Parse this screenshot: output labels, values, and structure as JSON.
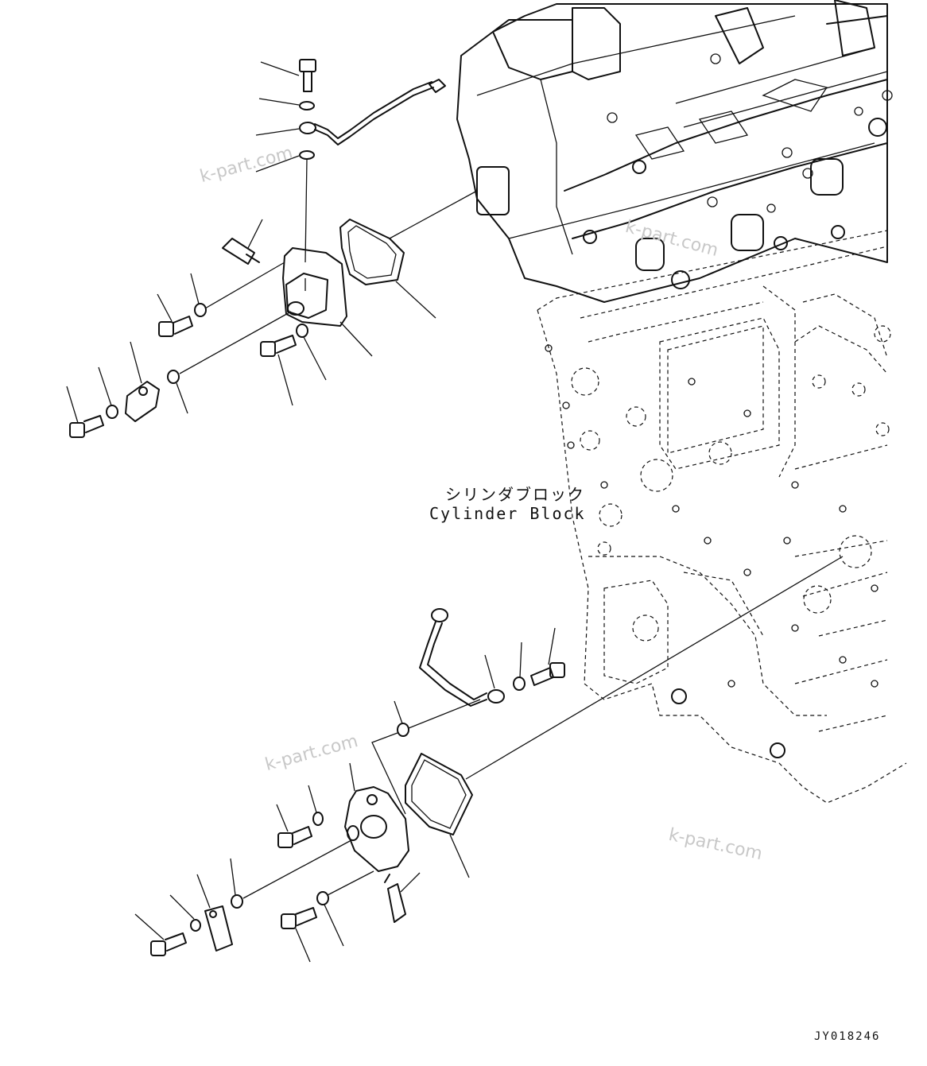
{
  "diagram": {
    "label_jp": "シリンダブロック",
    "label_en": "Cylinder Block",
    "drawing_code": "JY018246",
    "watermarks": [
      "k-part.com",
      "k-part.com",
      "k-part.com",
      "k-part.com"
    ]
  }
}
